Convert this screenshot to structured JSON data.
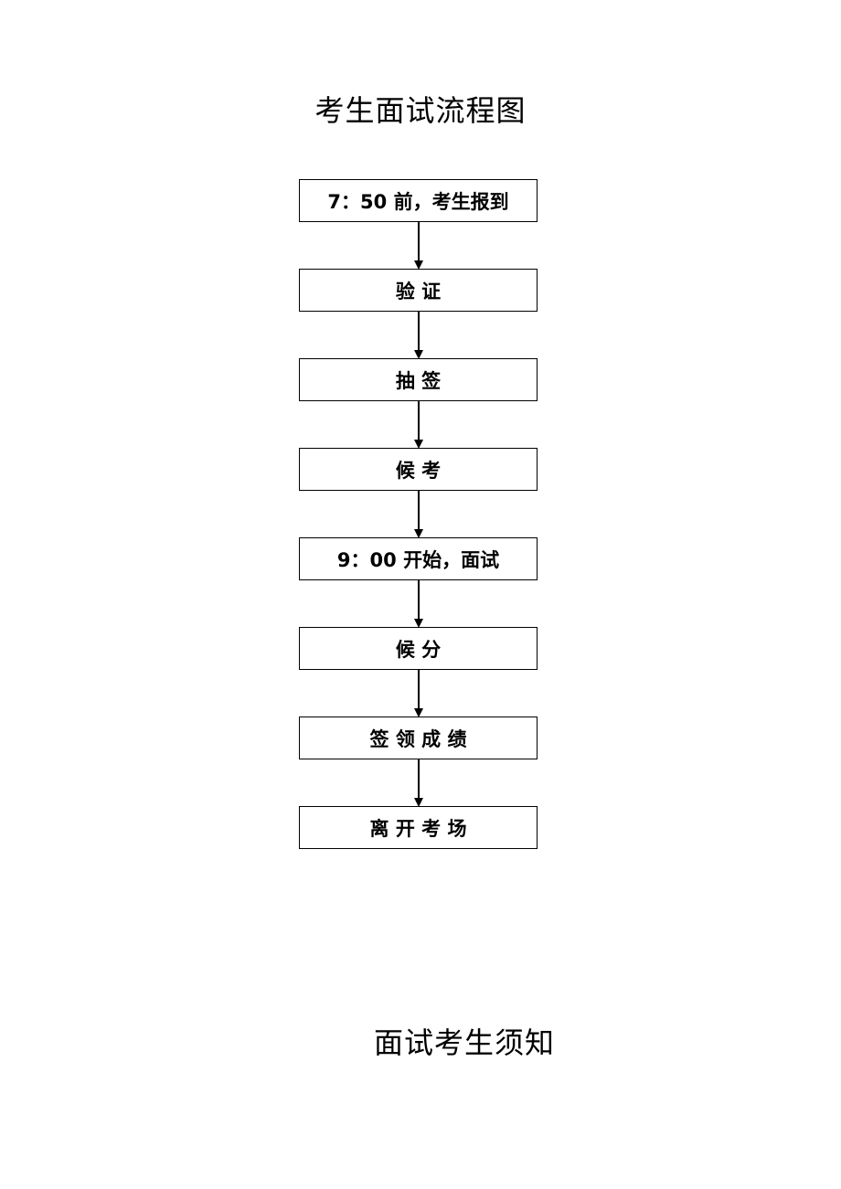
{
  "title": "考生面试流程图",
  "steps": [
    "7：50 前，考生报到",
    "验 证",
    "抽 签",
    "候 考",
    "9：00 开始，面试",
    "候 分",
    "签 领 成 绩",
    "离 开 考 场"
  ],
  "notice_title": "面试考生须知"
}
